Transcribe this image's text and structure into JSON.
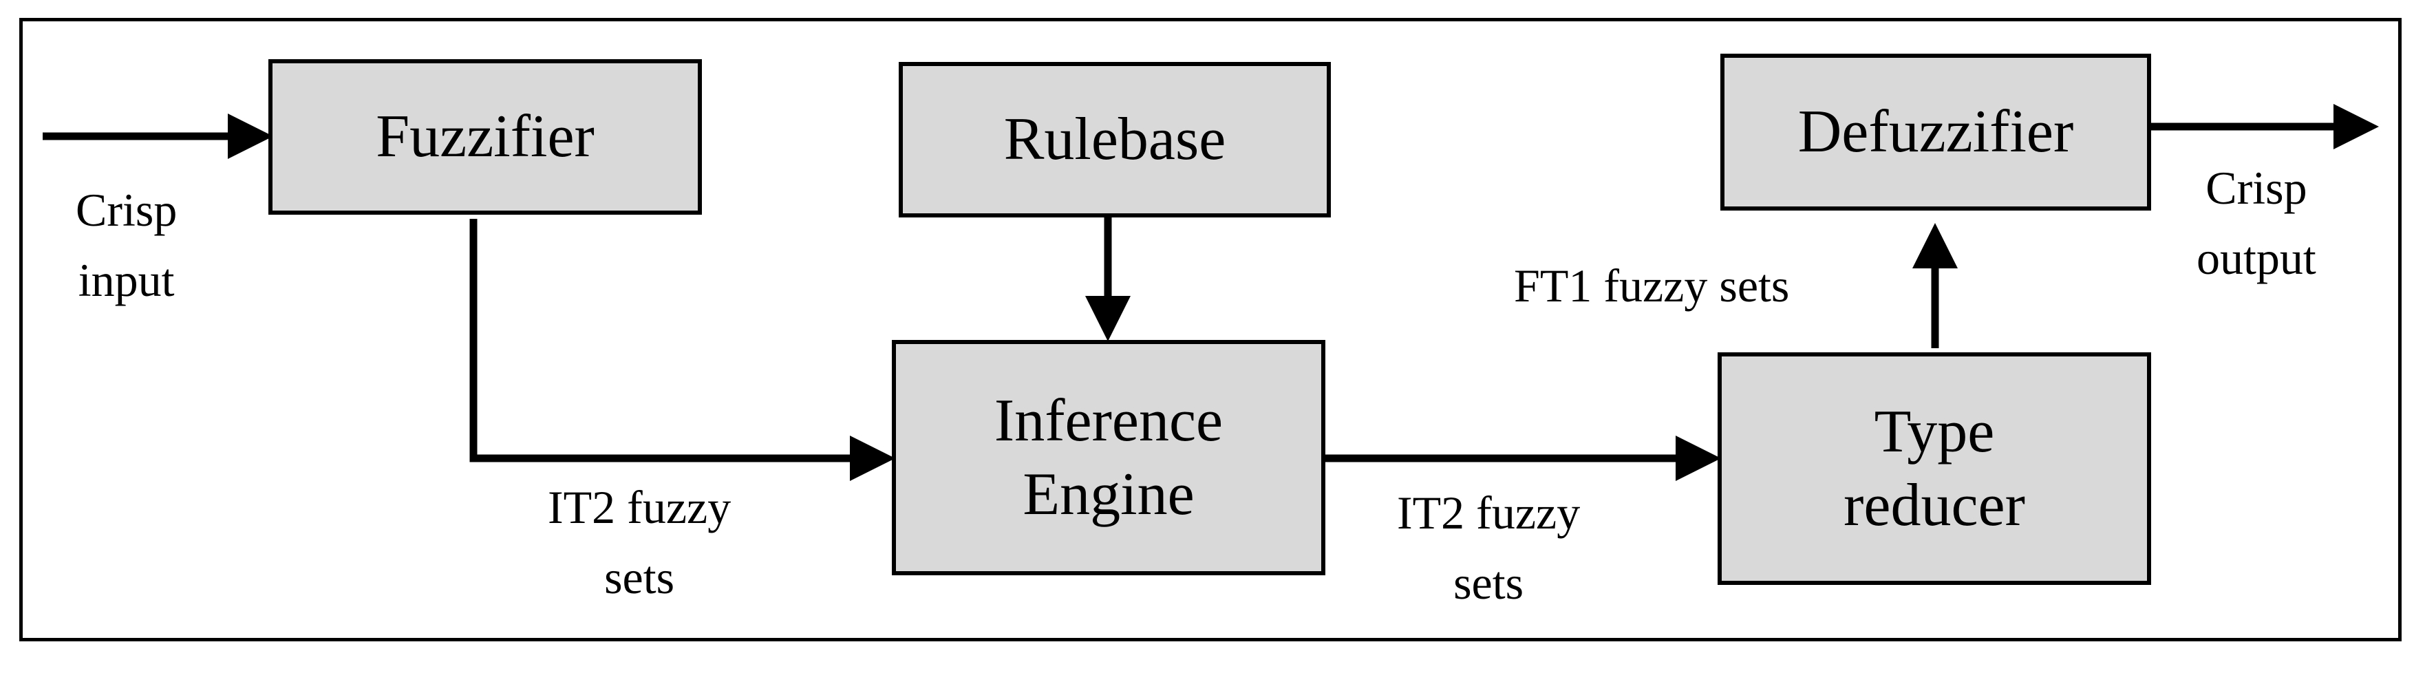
{
  "diagram": {
    "blocks": {
      "fuzzifier": "Fuzzifier",
      "rulebase": "Rulebase",
      "inference_line1": "Inference",
      "inference_line2": "Engine",
      "defuzzifier": "Defuzzifier",
      "type_reducer_line1": "Type",
      "type_reducer_line2": "reducer"
    },
    "labels": {
      "crisp_input_line1": "Crisp",
      "crisp_input_line2": "input",
      "it2_left_line1": "IT2 fuzzy",
      "it2_left_line2": "sets",
      "it2_right_line1": "IT2 fuzzy",
      "it2_right_line2": "sets",
      "ft1": "FT1 fuzzy sets",
      "crisp_output_line1": "Crisp",
      "crisp_output_line2": "output"
    }
  }
}
